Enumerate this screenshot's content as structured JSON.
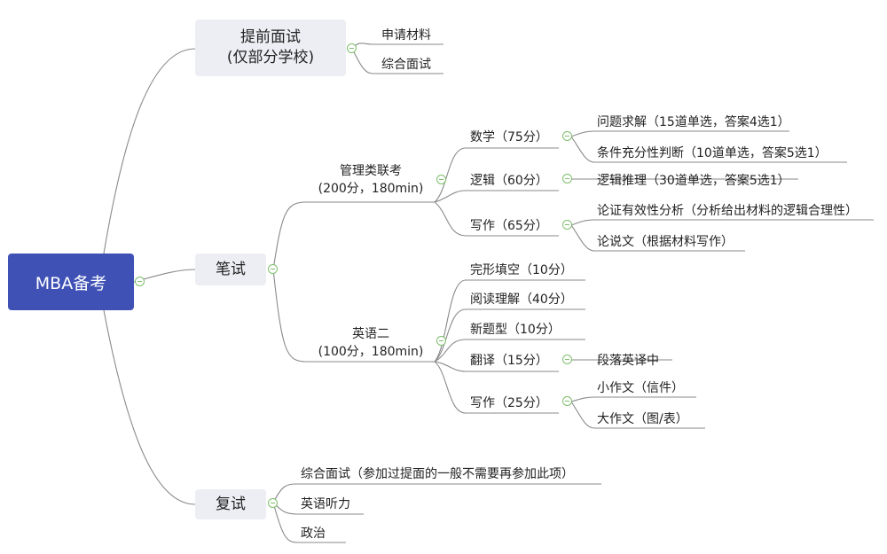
{
  "root": "MBA备考",
  "early": {
    "title": "提前面试",
    "subtitle": "(仅部分学校)",
    "items": [
      "申请材料",
      "综合面试"
    ]
  },
  "written": {
    "title": "笔试",
    "management": {
      "title": "管理类联考",
      "subtitle": "(200分，180min)",
      "math": {
        "label": "数学（75分）",
        "items": [
          "问题求解（15道单选，答案4选1）",
          "条件充分性判断（10道单选，答案5选1）"
        ]
      },
      "logic": {
        "label": "逻辑（60分）",
        "items": [
          "逻辑推理（30道单选，答案5选1）"
        ]
      },
      "writing": {
        "label": "写作（65分）",
        "items": [
          "论证有效性分析（分析给出材料的逻辑合理性）",
          "论说文（根据材料写作）"
        ]
      }
    },
    "english": {
      "title": "英语二",
      "subtitle": "(100分，180min)",
      "cloze": "完形填空（10分）",
      "reading": "阅读理解（40分）",
      "newtype": "新题型（10分）",
      "translation": {
        "label": "翻译（15分）",
        "items": [
          "段落英译中"
        ]
      },
      "writing": {
        "label": "写作（25分）",
        "items": [
          "小作文（信件）",
          "大作文（图/表）"
        ]
      }
    }
  },
  "retest": {
    "title": "复试",
    "items": [
      "综合面试（参加过提面的一般不需要再参加此项）",
      "英语听力",
      "政治"
    ]
  }
}
